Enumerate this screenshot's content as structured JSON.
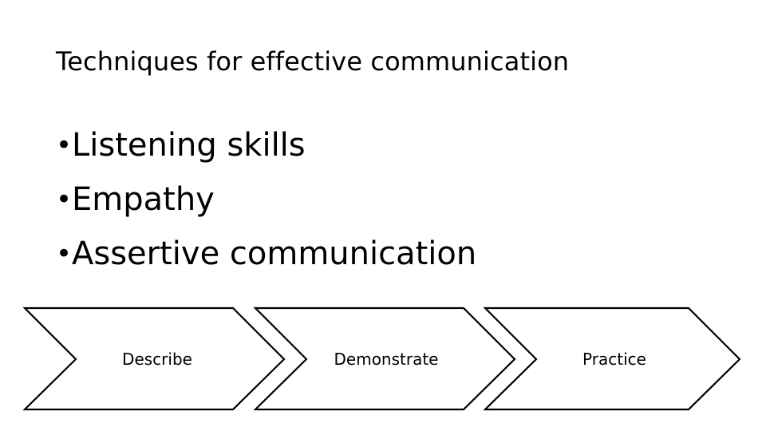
{
  "slide": {
    "background_color": "#ffffff",
    "text_color": "#000000",
    "title": "Techniques for effective communication",
    "bullets": [
      {
        "marker": "•",
        "text": "Listening skills"
      },
      {
        "marker": "•",
        "text": "Empathy"
      },
      {
        "marker": "•",
        "text": "Assertive communication"
      }
    ],
    "process": {
      "shape": "chevron",
      "outline_color": "#000000",
      "fill_color": "#ffffff",
      "steps": [
        {
          "label": "Describe"
        },
        {
          "label": "Demonstrate"
        },
        {
          "label": "Practice"
        }
      ]
    }
  }
}
